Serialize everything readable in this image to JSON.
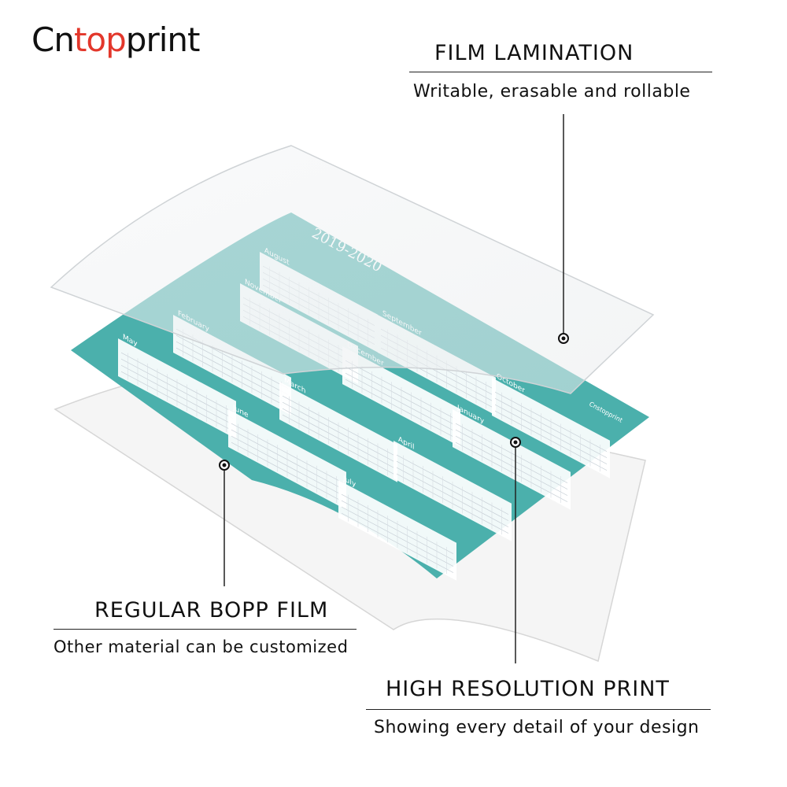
{
  "brand": {
    "part1": "Cn",
    "part2": "top",
    "part3": "print",
    "accent_color": "#e3372b"
  },
  "callouts": {
    "film_lamination": {
      "title": "FILM LAMINATION",
      "description": "Writable, erasable and rollable"
    },
    "regular_bopp": {
      "title": "REGULAR BOPP FILM",
      "description": "Other material can be customized"
    },
    "high_resolution": {
      "title": "HIGH RESOLUTION PRINT",
      "description": "Showing every detail of your design"
    }
  },
  "calendar": {
    "year_title": "2019-2020",
    "brand_mark": "Cnstopprint",
    "months": [
      "August",
      "September",
      "October",
      "November",
      "December",
      "January",
      "February",
      "March",
      "April",
      "May",
      "June",
      "July"
    ],
    "teal_color": "#4bb0ac"
  }
}
